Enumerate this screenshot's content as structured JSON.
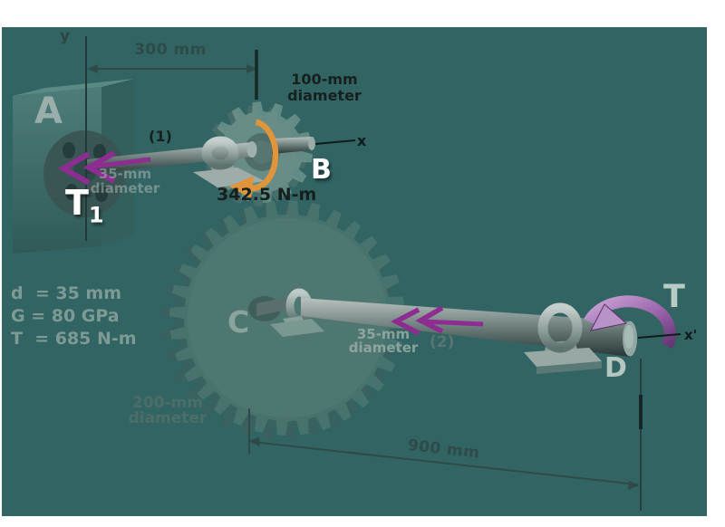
{
  "figure": {
    "axis_labels": {
      "y": "y",
      "x": "x",
      "x_prime": "x'"
    },
    "dimensions": {
      "top_span": "300 mm",
      "bottom_span": "900 mm"
    },
    "node_labels": {
      "a": "A",
      "b": "B",
      "c": "C",
      "d": "D"
    },
    "torque_labels": {
      "t1_base": "T",
      "t1_sub": "1",
      "gear_b_torque": "342.5 N-m",
      "right_end_torque": "T"
    },
    "segment_labels": {
      "segment_1": "(1)",
      "segment_2": "(2)"
    },
    "diameter_labels": {
      "shaft_1": "35-mm\ndiameter",
      "gear_b": "100-mm\ndiameter",
      "shaft_2": "35-mm\ndiameter",
      "gear_c": "200-mm\ndiameter"
    },
    "given_data": {
      "line_1": "d  = 35 mm",
      "line_2": "G = 80 GPa",
      "line_3": "T  = 685 N-m"
    }
  },
  "colors": {
    "background": "#316463",
    "canvas": "#ffffff",
    "purple_arrow": "#8d2d91",
    "orange_arrow": "#e0953a",
    "dark_text": "#16211f",
    "dimension_text": "#2e4b49",
    "faded_light_text": "#7d9a95",
    "faded_mid_text": "#4c6d68",
    "white_text": "#ffffff"
  }
}
